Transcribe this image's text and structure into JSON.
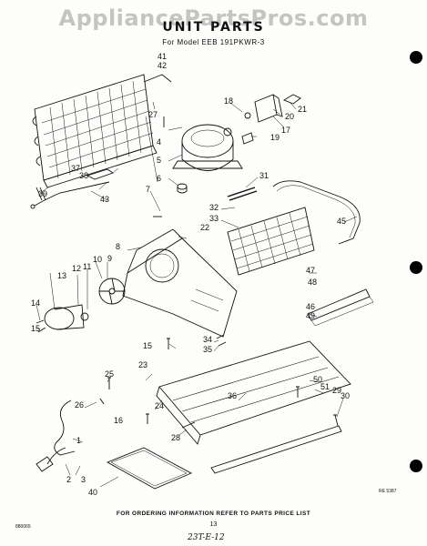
{
  "header": {
    "watermark": "AppliancePartsPros.com",
    "title": "UNIT PARTS",
    "model": "For Model EEB 191PKWR-3"
  },
  "diagram": {
    "part_labels": [
      "1",
      "2",
      "3",
      "4",
      "5",
      "6",
      "7",
      "8",
      "9",
      "10",
      "11",
      "12",
      "13",
      "14",
      "15",
      "16",
      "17",
      "18",
      "19",
      "20",
      "21",
      "22",
      "23",
      "24",
      "25",
      "26",
      "27",
      "28",
      "29",
      "30",
      "31",
      "32",
      "33",
      "34",
      "35",
      "36",
      "37",
      "38",
      "39",
      "40",
      "41",
      "42",
      "43",
      "45",
      "46",
      "47",
      "48",
      "49",
      "50",
      "51"
    ],
    "ref_code": "RE 5387"
  },
  "footer": {
    "ordering_note": "FOR ORDERING INFORMATION REFER TO PARTS PRICE LIST",
    "doc_number": "880065",
    "page_number": "13",
    "handwritten_note": "23T-E-12"
  },
  "colors": {
    "ink": "#111111",
    "paper": "#fdfdfb",
    "watermark": "#969696"
  }
}
